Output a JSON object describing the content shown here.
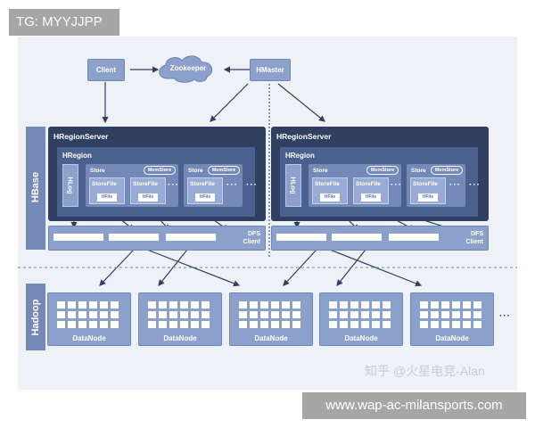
{
  "tag_text": "TG: MYYJJPP",
  "url_text": "www.wap-ac-milansports.com",
  "watermark": "知乎 @火星电竞-Alan",
  "top": {
    "client": "Client",
    "zookeeper": "Zookeeper",
    "hmaster": "HMaster"
  },
  "side_labels": {
    "hbase": "HBase",
    "hadoop": "Hadoop"
  },
  "region_servers": [
    {
      "title": "HRegionServer",
      "region_title": "HRegion",
      "hlog": "HLog",
      "store": "Store",
      "memstore": "MemStore",
      "storefile": "StoreFile",
      "hfile": "HFile",
      "dfs_line1": "DFS",
      "dfs_line2": "Client",
      "dots": "···"
    },
    {
      "title": "HRegionServer",
      "region_title": "HRegion",
      "hlog": "HLog",
      "store": "Store",
      "memstore": "MemStore",
      "storefile": "StoreFile",
      "hfile": "HFile",
      "dfs_line1": "DFS",
      "dfs_line2": "Client",
      "dots": "···"
    }
  ],
  "datanode_label": "DataNode",
  "more_dots": "···"
}
